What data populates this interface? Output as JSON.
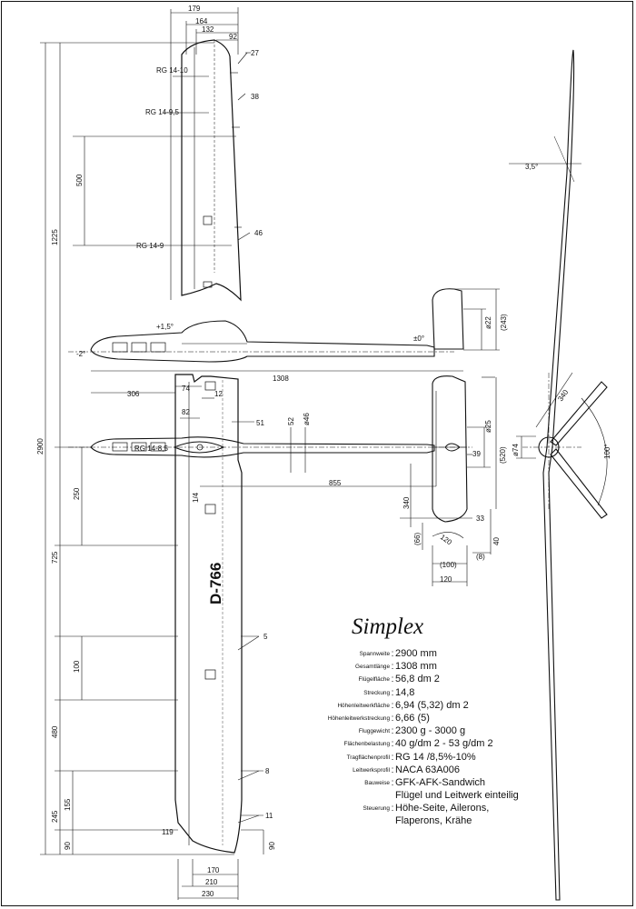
{
  "title": "Simplex",
  "registration": "D-766",
  "specs": [
    {
      "label": "Spannweite",
      "value": "2900 mm"
    },
    {
      "label": "Gesamtlänge",
      "value": "1308 mm"
    },
    {
      "label": "Flügelfläche",
      "value": "56,8 dm 2"
    },
    {
      "label": "Streckung",
      "value": "14,8"
    },
    {
      "label": "Höhenleitwerkfläche",
      "value": "6,94 (5,32) dm 2"
    },
    {
      "label": "Höhenleitwerkstreckung",
      "value": "6,66 (5)"
    },
    {
      "label": "Fluggewicht",
      "value": "2300 g - 3000 g"
    },
    {
      "label": "Flächenbelastung",
      "value": "40 g/dm 2 - 53 g/dm 2"
    },
    {
      "label": "Tragflächenprofil",
      "value": "RG 14 /8,5%-10%"
    },
    {
      "label": "Leitwerksprofil",
      "value": "NACA 63A006"
    },
    {
      "label": "Bauweise",
      "value": "GFK-AFK-Sandwich"
    },
    {
      "label": "",
      "value": "Flügel und Leitwerk einteilig"
    },
    {
      "label": "Steuerung",
      "value": "Höhe-Seite, Ailerons,"
    },
    {
      "label": "",
      "value": "Flaperons, Krähe"
    }
  ],
  "profiles": {
    "p1": "RG 14-10",
    "p2": "RG 14-9,5",
    "p3": "RG 14-9",
    "p4": "RG 14-8,5"
  },
  "dims": {
    "d179": "179",
    "d164": "164",
    "d132": "132",
    "d92": "92",
    "d27": "27",
    "d38": "38",
    "d46": "46",
    "d500": "500",
    "d1225": "1225",
    "d2900": "2900",
    "d1308": "1308",
    "d306": "306",
    "d74": "74",
    "d12": "12",
    "d82": "82",
    "d51": "51",
    "d52": "52",
    "d46b": "ø46",
    "d855": "855",
    "d250": "250",
    "d725": "725",
    "d100": "100",
    "d480": "480",
    "d155": "155",
    "d245": "245",
    "d90": "90",
    "d119": "119",
    "d170": "170",
    "d210": "210",
    "d230": "230",
    "d5": "5",
    "d8": "8",
    "d11": "11",
    "d90b": "90",
    "d1_4": "1/4",
    "d22": "ø22",
    "d243": "(243)",
    "d25": "ø25",
    "d520": "(520)",
    "d39": "39",
    "d340": "340",
    "d33": "33",
    "d66": "(66)",
    "d120a": "120",
    "d40": "40",
    "d100b": "(100)",
    "d8b": "(8)",
    "d120b": "120",
    "d74b": "ø74",
    "d340b": "340",
    "d100deg": "100°",
    "d35deg": "3,5°",
    "d15deg": "+1,5°",
    "d2deg": "-2°",
    "d0deg": "±0°"
  }
}
